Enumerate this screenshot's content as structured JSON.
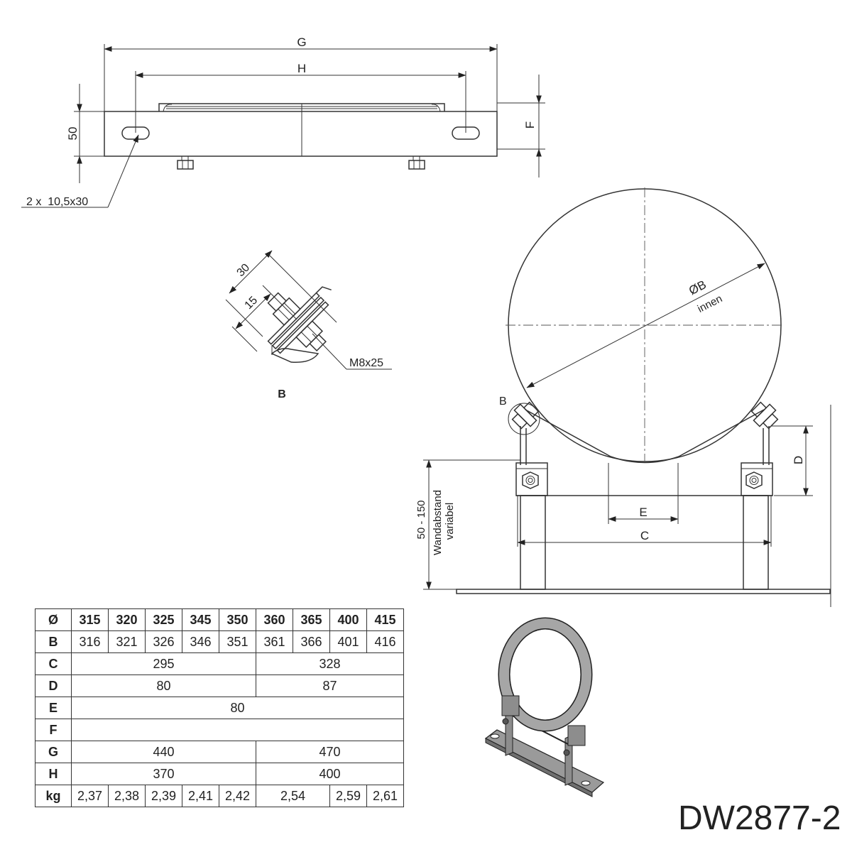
{
  "top_view": {
    "dim_g": "G",
    "dim_h": "H",
    "dim_50": "50",
    "dim_f": "F",
    "slot_note": "2 x  10,5x30"
  },
  "detail_b": {
    "dim_30": "30",
    "dim_15": "15",
    "bolt": "M8x25",
    "caption": "B"
  },
  "main_view": {
    "diameter": "ØB",
    "diameter_note": "innen",
    "detail_ref": "B",
    "dim_d": "D",
    "dim_e": "E",
    "dim_c": "C",
    "wall_distance": "50 - 150",
    "wall_label_1": "Wandabstand",
    "wall_label_2": "variabel"
  },
  "table": {
    "header": {
      "label": "Ø",
      "values": [
        "315",
        "320",
        "325",
        "345",
        "350",
        "360",
        "365",
        "400",
        "415"
      ]
    },
    "rows": [
      {
        "label": "B",
        "cells": [
          {
            "v": "316",
            "span": 1
          },
          {
            "v": "321",
            "span": 1
          },
          {
            "v": "326",
            "span": 1
          },
          {
            "v": "346",
            "span": 1
          },
          {
            "v": "351",
            "span": 1
          },
          {
            "v": "361",
            "span": 1
          },
          {
            "v": "366",
            "span": 1
          },
          {
            "v": "401",
            "span": 1
          },
          {
            "v": "416",
            "span": 1
          }
        ]
      },
      {
        "label": "C",
        "cells": [
          {
            "v": "295",
            "span": 5
          },
          {
            "v": "328",
            "span": 4
          }
        ]
      },
      {
        "label": "D",
        "cells": [
          {
            "v": "80",
            "span": 5
          },
          {
            "v": "87",
            "span": 4
          }
        ]
      },
      {
        "label": "E",
        "cells": [
          {
            "v": "80",
            "span": 9
          }
        ]
      },
      {
        "label": "F",
        "cells": [
          {
            "v": "",
            "span": 9
          }
        ]
      },
      {
        "label": "G",
        "cells": [
          {
            "v": "440",
            "span": 5
          },
          {
            "v": "470",
            "span": 4
          }
        ]
      },
      {
        "label": "H",
        "cells": [
          {
            "v": "370",
            "span": 5
          },
          {
            "v": "400",
            "span": 4
          }
        ]
      },
      {
        "label": "kg",
        "cells": [
          {
            "v": "2,37",
            "span": 1
          },
          {
            "v": "2,38",
            "span": 1
          },
          {
            "v": "2,39",
            "span": 1
          },
          {
            "v": "2,41",
            "span": 1
          },
          {
            "v": "2,42",
            "span": 1
          },
          {
            "v": "2,54",
            "span": 2
          },
          {
            "v": "2,59",
            "span": 1
          },
          {
            "v": "2,61",
            "span": 1
          }
        ]
      }
    ]
  },
  "product_code": "DW2877-2",
  "colors": {
    "line": "#333333",
    "metal": "#a6a6a6"
  }
}
